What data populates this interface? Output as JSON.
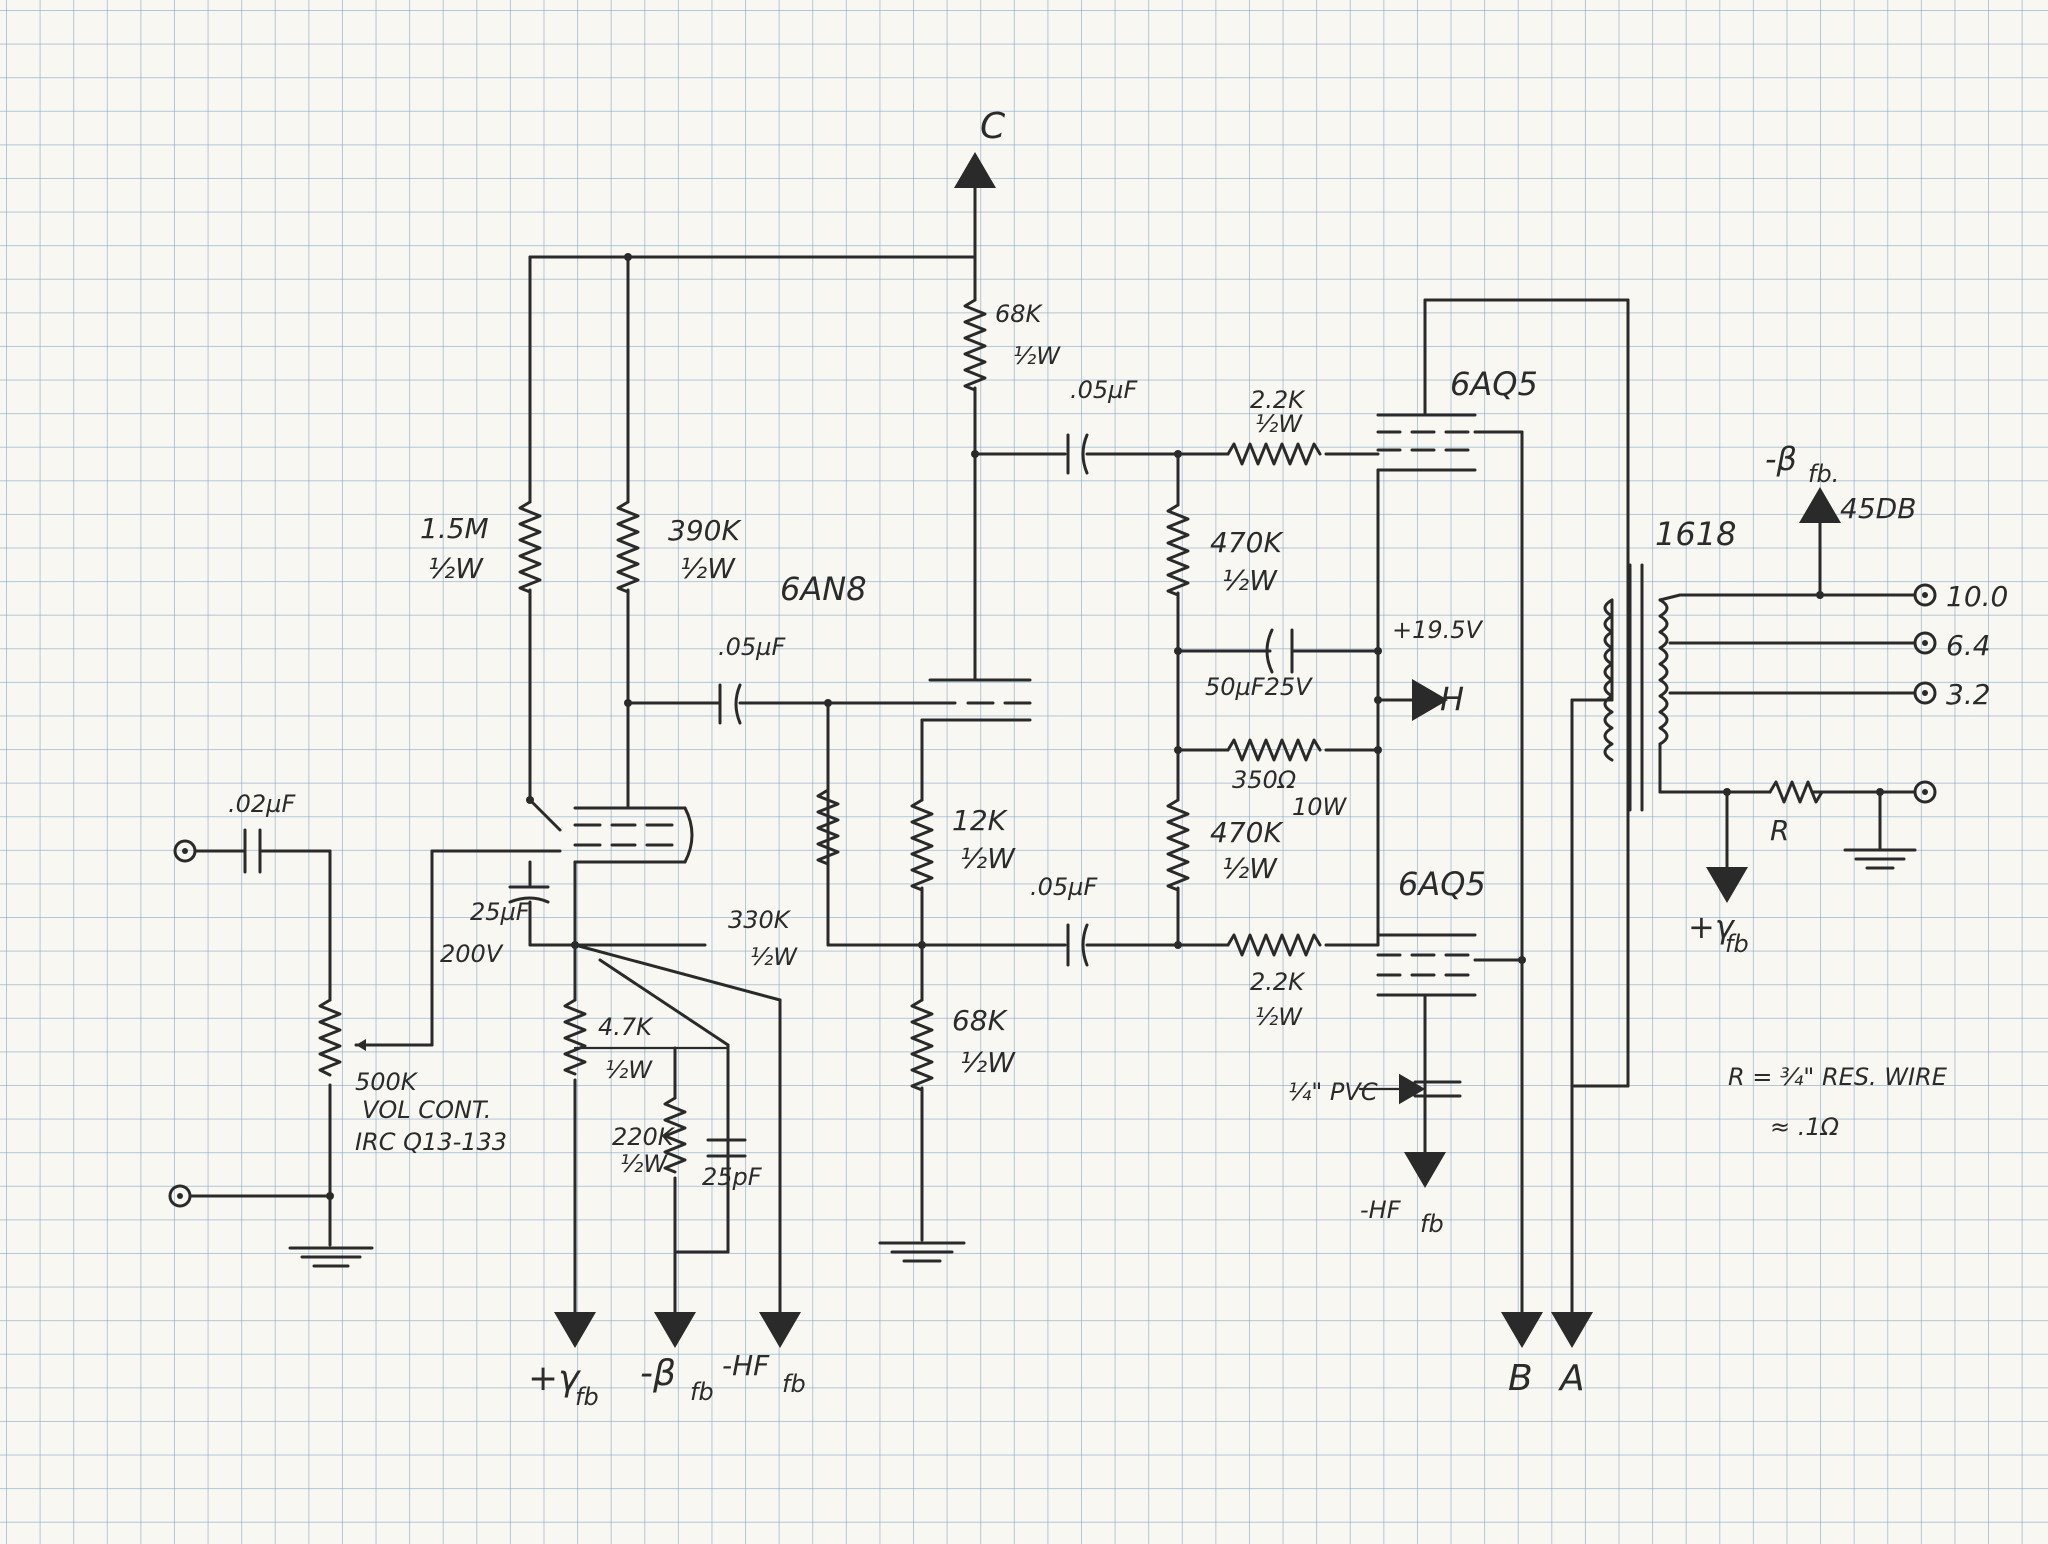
{
  "schematic": {
    "node_C": "C",
    "tube_6an8": "6AN8",
    "tube_6aq5_top": "6AQ5",
    "tube_6aq5_bottom": "6AQ5",
    "transformer": "1618",
    "r_68k_top": "68K",
    "r_68k_top_w": "½W",
    "c_05_top": ".05µF",
    "r_22k_top": "2.2K",
    "r_22k_top_w": "½W",
    "r_15m": "1.5M",
    "r_15m_w": "½W",
    "r_390k": "390K",
    "r_390k_w": "½W",
    "c_05_mid": ".05µF",
    "r_470k_top": "470K",
    "r_470k_top_w": "½W",
    "v_195": "+19.5V",
    "c_50": "50µF25V",
    "node_H": "H",
    "r_350": "350Ω",
    "r_350_w": "10W",
    "r_470k_bot": "470K",
    "r_470k_bot_w": "½W",
    "c_02": ".02µF",
    "c_25": "25µF",
    "c_25_v": "200V",
    "r_12k": "12K",
    "r_12k_w": "½W",
    "r_330k": "330K",
    "r_330k_w": "½W",
    "c_05_bot": ".05µF",
    "r_22k_bot": "2.2K",
    "r_22k_bot_w": "½W",
    "r_47k": "4.7K",
    "r_47k_w": "½W",
    "r_68k_bot": "68K",
    "r_68k_bot_w": "½W",
    "pot_500k": "500K",
    "pot_vol": "VOL CONT.",
    "pot_irc": "IRC Q13-133",
    "r_220k": "220K",
    "r_220k_w": "½W",
    "c_pf": "25pF",
    "pvc": "¼\" PVC",
    "fb_neg_beta": "-β",
    "fb_neg_beta_sub": "fb.",
    "fb_45db": "45DB",
    "tap_100": "10.0",
    "tap_64": "6.4",
    "tap_32": "3.2",
    "r_label": "R",
    "fb_gamma_right": "+γ",
    "fb_gamma_right_sub": "fb",
    "r_note1": "R = ¾\" RES. WIRE",
    "r_note2": "≈ .1Ω",
    "hf_mid": "-HF",
    "hf_mid_sub": "fb",
    "out_gamma": "+γ",
    "out_gamma_sub": "fb",
    "out_beta": "-β",
    "out_beta_sub": "fb",
    "out_hf": "-HF",
    "out_hf_sub": "fb",
    "out_B": "B",
    "out_A": "A"
  }
}
